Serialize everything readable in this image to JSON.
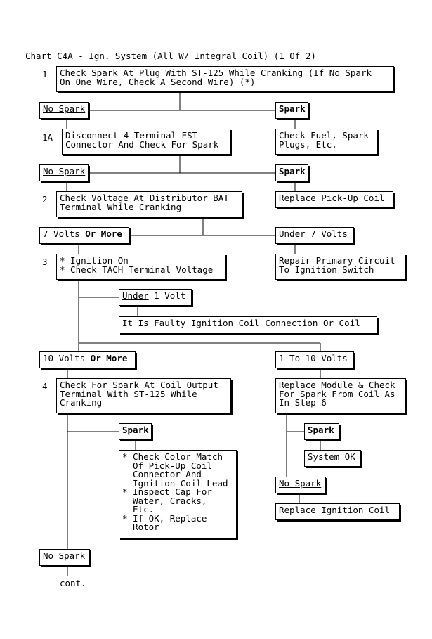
{
  "title": "Chart C4A - Ign. System (All W/ Integral Coil) (1 Of 2)",
  "steps": {
    "s1": "1",
    "s1a": "1A",
    "s2": "2",
    "s3": "3",
    "s4": "4"
  },
  "boxes": {
    "step1": [
      "Check Spark At Plug With ST-125 While Cranking (If No Spark",
      "On One Wire, Check A Second Wire) (*)"
    ],
    "no_spark_1": "No Spark",
    "spark_1": "Spark",
    "check_fuel": [
      "Check Fuel, Spark",
      "Plugs, Etc."
    ],
    "step1a": [
      "Disconnect 4-Terminal EST",
      "Connector And Check For Spark"
    ],
    "no_spark_1a": "No Spark",
    "spark_1a": "Spark",
    "replace_pickup": "Replace Pick-Up Coil",
    "step2": [
      "Check Voltage At Distributor BAT",
      "Terminal While Cranking"
    ],
    "seven_volts_more": {
      "a": "7 Volts ",
      "b": "Or More"
    },
    "under_7_volts": {
      "u": "Under",
      "rest": " 7 Volts"
    },
    "repair_primary": [
      "Repair Primary Circuit",
      "To Ignition Switch"
    ],
    "step3": [
      "* Ignition On",
      "* Check TACH Terminal Voltage"
    ],
    "under_1_volt": {
      "u": "Under",
      "rest": " 1 Volt"
    },
    "faulty_coil": "It Is Faulty Ignition Coil Connection Or Coil",
    "ten_volts_more": {
      "a": "10 Volts ",
      "b": "Or More"
    },
    "one_to_ten": "1 To 10 Volts",
    "step4": [
      "Check For Spark At Coil Output",
      "Terminal With ST-125 While",
      "Cranking"
    ],
    "replace_module": [
      "Replace Module & Check",
      "For Spark From Coil As",
      "In Step 6"
    ],
    "spark_4": "Spark",
    "check_color": [
      "* Check Color Match",
      "  Of Pick-Up Coil",
      "  Connector And",
      "  Ignition Coil Lead",
      "* Inspect Cap For",
      "  Water, Cracks,",
      "  Etc.",
      "* If OK, Replace",
      "  Rotor"
    ],
    "spark_module": "Spark",
    "system_ok": "System OK",
    "no_spark_module": "No Spark",
    "replace_ign_coil": "Replace Ignition Coil",
    "no_spark_4": "No Spark"
  },
  "cont": "cont."
}
